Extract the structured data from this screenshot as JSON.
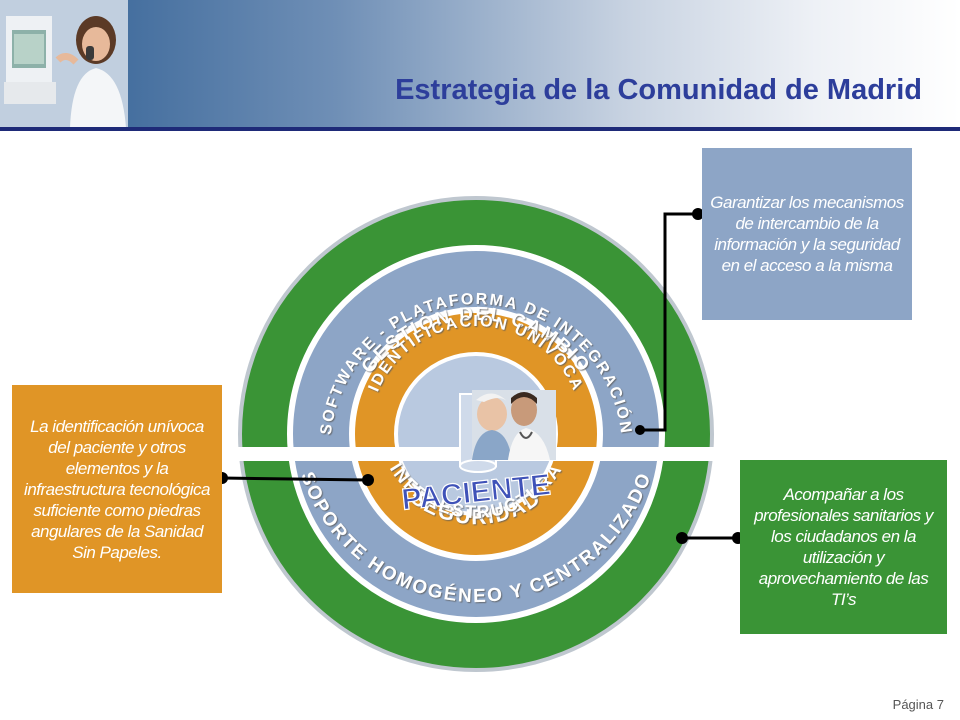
{
  "title": "Estrategia de la Comunidad de Madrid",
  "page": {
    "label": "Página",
    "number": "7"
  },
  "rings": {
    "outer_top": "GESTIÓN DEL CAMBIO",
    "outer_bottom": "SOPORTE HOMOGÉNEO Y CENTRALIZADO",
    "middle_top": "SOFTWARE - PLATAFORMA DE INTEGRACIÓN",
    "middle_bottom": "SEGURIDAD",
    "inner_top": "IDENTIFICACIÓN UNÍVOCA",
    "inner_bottom": "INFRAESTRUCTURA",
    "center": "PACIENTE"
  },
  "callouts": {
    "top_right": "Garantizar los mecanismos de intercambio de la información y la seguridad en el acceso a la misma",
    "left": "La identificación unívoca del paciente y otros elementos y la infraestructura tecnológica suficiente como piedras angulares de la Sanidad Sin Papeles.",
    "bottom_right": "Acompañar a los profesionales sanitarios y los ciudadanos en la utilización y aprovechamiento de las TI’s"
  },
  "colors": {
    "outer_ring": "#3a9436",
    "middle_ring": "#8da5c6",
    "inner_ring": "#e09526",
    "center": "#b9c9e0",
    "title": "#2d3e9b",
    "header_line": "#1e2a78"
  },
  "icons": {
    "header_photo": "doctor-at-computer-photo",
    "center_photo": "doctor-patient-photo"
  }
}
